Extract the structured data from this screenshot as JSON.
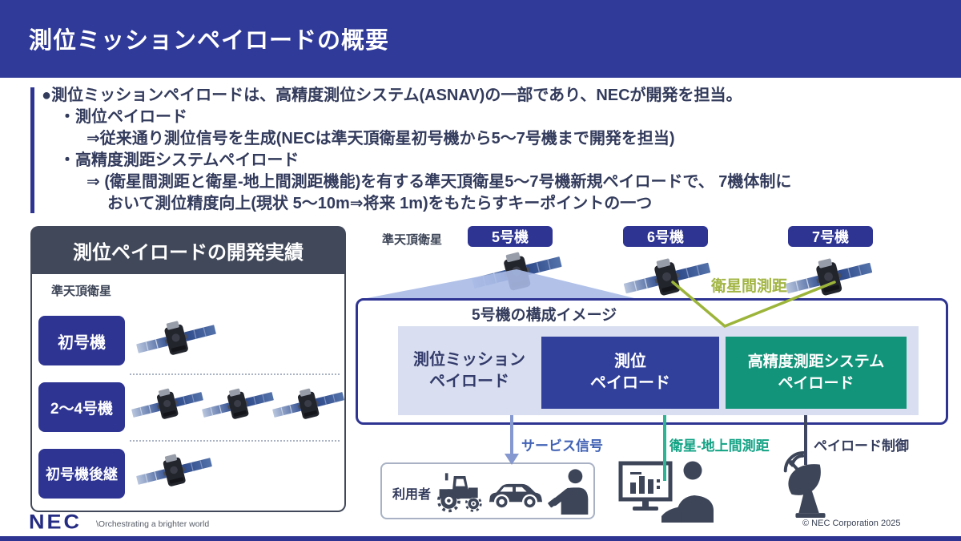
{
  "header": {
    "title": "測位ミッションペイロードの概要"
  },
  "summary": {
    "lead": "●測位ミッションペイロードは、高精度測位システム(ASNAV)の一部であり、NECが開発を担当。",
    "item1": "・測位ペイロード",
    "item1_detail": "⇒従来通り測位信号を生成(NECは準天頂衛星初号機から5〜7号機まで開発を担当)",
    "item2": "・高精度測距システムペイロード",
    "item2_detail1": "⇒ (衛星間測距と衛星-地上間測距機能)を有する準天頂衛星5〜7号機新規ペイロードで、 7機体制に",
    "item2_detail2": "おいて測位精度向上(現状 5〜10m⇒将来 1m)をもたらすキーポイントの一つ"
  },
  "track_record": {
    "title": "測位ペイロードの開発実績",
    "subtitle": "準天頂衛星",
    "rows": [
      {
        "label": "初号機",
        "satellite_count": 1
      },
      {
        "label": "2〜4号機",
        "satellite_count": 3
      },
      {
        "label": "初号機後継",
        "satellite_count": 1
      }
    ]
  },
  "diagram": {
    "qzss_label": "準天頂衛星",
    "badges": [
      {
        "label": "5号機"
      },
      {
        "label": "6号機"
      },
      {
        "label": "7号機"
      }
    ],
    "inter_satellite_label": "衛星間測距",
    "config": {
      "title": "5号機の構成イメージ",
      "mission": {
        "line1": "測位ミッション",
        "line2": "ペイロード"
      },
      "positioning": {
        "line1": "測位",
        "line2": "ペイロード"
      },
      "ranging": {
        "line1": "高精度測距システム",
        "line2": "ペイロード"
      }
    },
    "signals": {
      "service": "サービス信号",
      "ground": "衛星-地上間測距",
      "control": "ペイロード制御"
    },
    "users_label": "利用者",
    "icons": [
      "satellite-icon",
      "tractor-icon",
      "car-icon",
      "smartphone-user-icon",
      "monitor-operator-icon",
      "antenna-dish-icon"
    ]
  },
  "footer": {
    "logo": "NEC",
    "tagline": "\\Orchestrating a brighter world",
    "copyright": "© NEC Corporation 2025"
  },
  "colors": {
    "accent_navy": "#2e3492",
    "header_bg": "#303a99",
    "panel_header_slate": "#414859",
    "payload_blue": "#31409b",
    "payload_green": "#12947a",
    "light_panel": "#d9dff0",
    "inter_satellite_green": "#9cb43a",
    "ground_link_teal": "#2eb394",
    "service_signal_blue": "#8598cf",
    "icon_slate": "#3d4558"
  }
}
